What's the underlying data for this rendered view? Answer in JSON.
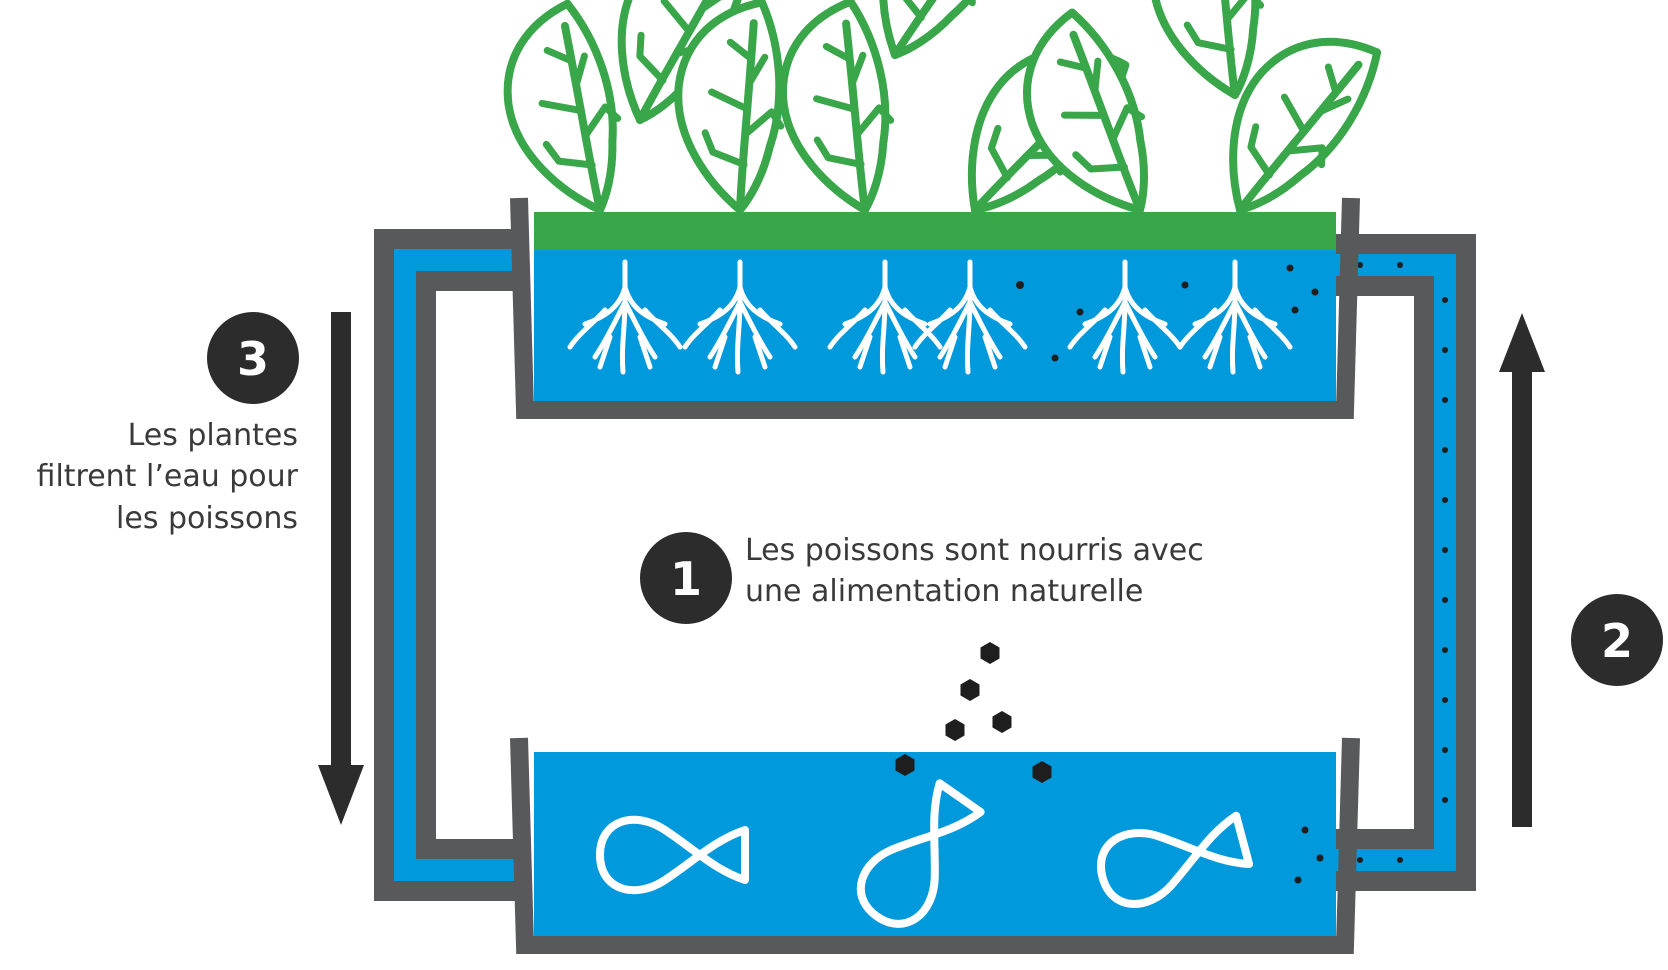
{
  "steps": [
    {
      "number": "1",
      "lines": [
        "Les poissons sont nourris avec",
        "une alimentation naturelle"
      ]
    },
    {
      "number": "2",
      "lines": []
    },
    {
      "number": "3",
      "lines": [
        "Les plantes",
        "filtrent l’eau pour",
        "les poissons"
      ]
    }
  ],
  "colors": {
    "water": "#0099DC",
    "tank_frame": "#58595B",
    "plant_green": "#3AA64A",
    "badge": "#2C2C2C",
    "pellet": "#1E1E1E",
    "stroke_white": "#FFFFFF"
  },
  "icons": [
    "leaf-icon",
    "root-icon",
    "fish-icon",
    "food-pellet-icon",
    "arrow-down-icon",
    "arrow-up-icon"
  ]
}
